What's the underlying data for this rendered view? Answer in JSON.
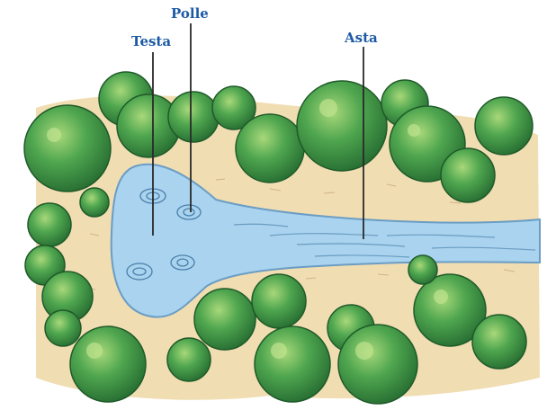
{
  "labels": {
    "testa": "Testa",
    "polle": "Polle",
    "asta": "Asta"
  },
  "colors": {
    "label_text": "#1d5aa6",
    "leader_line": "#2a2a2a",
    "water": "#a9d3ee",
    "water_edge": "#6b9dc4",
    "sand": "#eed7a4",
    "tree_dark": "#2f7b3a",
    "tree_mid": "#4aa04c",
    "tree_light": "#8fc968"
  }
}
